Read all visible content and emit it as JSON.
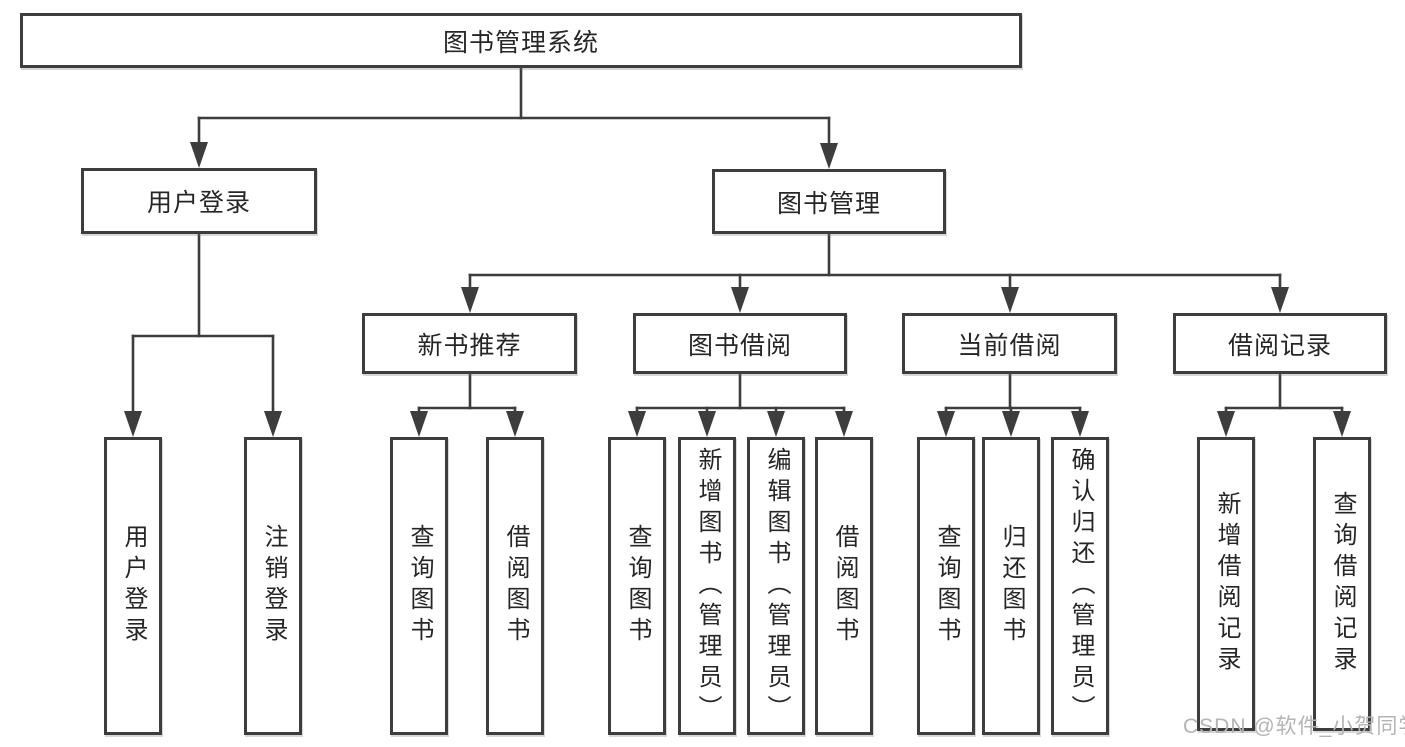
{
  "watermark": "CSDN @软件_小贺同学",
  "colors": {
    "line": "#3d3d3d",
    "text": "#262626",
    "watermark": "#b4b4b4",
    "background": "#ffffff"
  },
  "tree": {
    "label": "图书管理系统",
    "children": [
      {
        "label": "用户登录",
        "children": [
          {
            "label": "用户登录"
          },
          {
            "label": "注销登录"
          }
        ]
      },
      {
        "label": "图书管理",
        "children": [
          {
            "label": "新书推荐",
            "children": [
              {
                "label": "查询图书"
              },
              {
                "label": "借阅图书"
              }
            ]
          },
          {
            "label": "图书借阅",
            "children": [
              {
                "label": "查询图书"
              },
              {
                "label": "新增图书（管理员）"
              },
              {
                "label": "编辑图书（管理员）"
              },
              {
                "label": "借阅图书"
              }
            ]
          },
          {
            "label": "当前借阅",
            "children": [
              {
                "label": "查询图书"
              },
              {
                "label": "归还图书"
              },
              {
                "label": "确认归还（管理员）"
              }
            ]
          },
          {
            "label": "借阅记录",
            "children": [
              {
                "label": "新增借阅记录"
              },
              {
                "label": "查询借阅记录"
              }
            ]
          }
        ]
      }
    ]
  }
}
